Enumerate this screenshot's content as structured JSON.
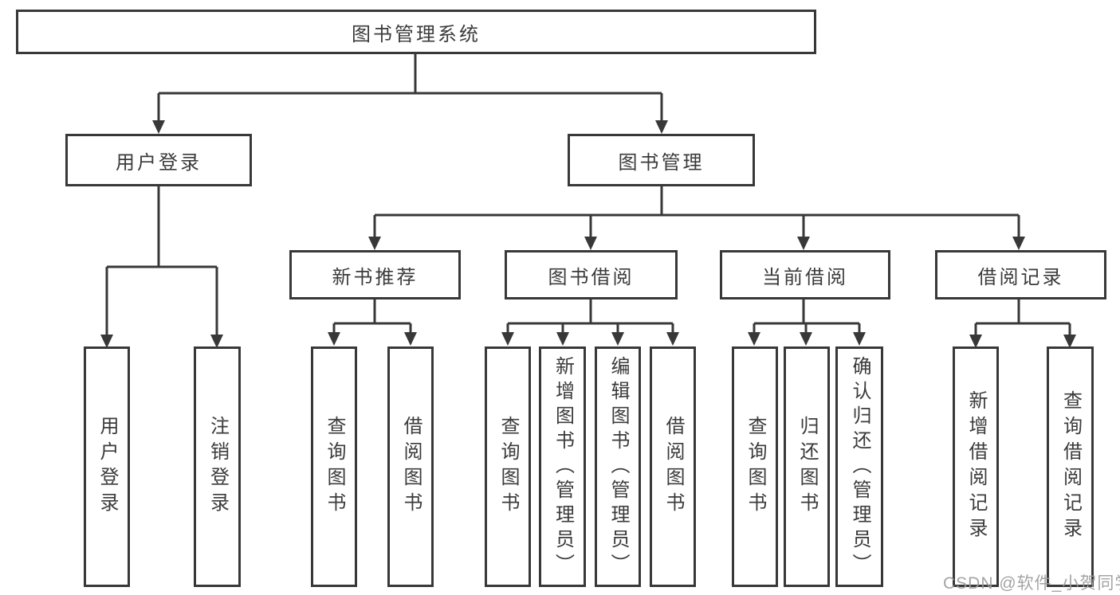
{
  "tree": {
    "root": {
      "label": "图书管理系统"
    },
    "branches": [
      {
        "label": "用户登录",
        "children": [
          {
            "label": "用户登录"
          },
          {
            "label": "注销登录"
          }
        ]
      },
      {
        "label": "图书管理",
        "children": [
          {
            "label": "新书推荐",
            "children": [
              {
                "label": "查询图书"
              },
              {
                "label": "借阅图书"
              }
            ]
          },
          {
            "label": "图书借阅",
            "children": [
              {
                "label": "查询图书"
              },
              {
                "label": "新增图书（管理员）"
              },
              {
                "label": "编辑图书（管理员）"
              },
              {
                "label": "借阅图书"
              }
            ]
          },
          {
            "label": "当前借阅",
            "children": [
              {
                "label": "查询图书"
              },
              {
                "label": "归还图书"
              },
              {
                "label": "确认归还（管理员）"
              }
            ]
          },
          {
            "label": "借阅记录",
            "children": [
              {
                "label": "新增借阅记录"
              },
              {
                "label": "查询借阅记录"
              }
            ]
          }
        ]
      }
    ]
  },
  "watermark": {
    "text": "CSDN @软件_小贺同学",
    "color": "#9c9c9c"
  },
  "colors": {
    "line": "#383838",
    "text": "#3b3b3b",
    "background": "#ffffff"
  }
}
